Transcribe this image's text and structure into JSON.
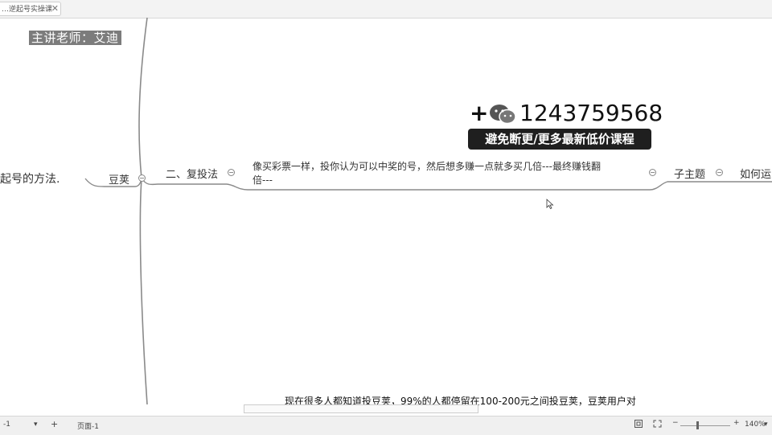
{
  "tab": {
    "title": "…逆起号实操课",
    "close": "✕"
  },
  "teacher_label": "主讲老师：艾迪",
  "mindmap": {
    "left_branch": "起号的方法.",
    "node_doujia": "豆荚",
    "node_method": "二、复投法",
    "node_desc_line1": "像买彩票一样，投你认为可以中奖的号，然后想多赚一点就多买几倍---最终赚钱翻",
    "node_desc_line2": "倍---",
    "node_subtopic": "子主题",
    "node_right": "如何运"
  },
  "contact": {
    "plus": "+",
    "phone": "1243759568",
    "banner": "避免断更/更多最新低价课程"
  },
  "bottom_text": "现在很多人都知道投豆荚，99%的人都停留在100-200元之间投豆荚，豆荚用户对",
  "statusbar": {
    "page_left": "-1",
    "page_label": "页面-1",
    "zoom": "140%",
    "minus": "−",
    "plus": "+"
  },
  "colors": {
    "branch": "#8a8a8a",
    "banner_bg": "#1f1f1f",
    "teacher_bg": "#7c7c7c"
  }
}
